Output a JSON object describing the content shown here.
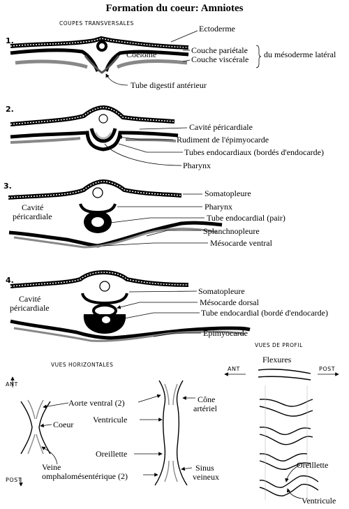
{
  "title": "Formation du coeur: Amniotes",
  "section_cross": "COUPES TRANSVERSALES",
  "section_horizontal": "VUES HORIZONTALES",
  "section_profile": "VUES DE PROFIL",
  "stage_numbers": [
    "1.",
    "2.",
    "3.",
    "4."
  ],
  "stage1": {
    "ectoderme": "Ectoderme",
    "coelome": "Coelome",
    "parietale": "Couche pariétale",
    "viscerale": "Couche viscérale",
    "mesoderme": "du mésoderme latéral",
    "tube_digestif": "Tube digestif antérieur"
  },
  "stage2": {
    "cavite": "Cavité péricardiale",
    "rudiment": "Rudiment de l'épimyocarde",
    "tubes": "Tubes endocardiaux (bordés d'endocarde)",
    "pharynx": "Pharynx"
  },
  "stage3": {
    "cavite_line1": "Cavité",
    "cavite_line2": "péricardiale",
    "somatopleure": "Somatopleure",
    "pharynx": "Pharynx",
    "tube": "Tube endocardial (pair)",
    "splanchnopleure": "Splanchnopleure",
    "mesocarde": "Mésocarde ventral"
  },
  "stage4": {
    "cavite_line1": "Cavité",
    "cavite_line2": "péricardiale",
    "somatopleure": "Somatopleure",
    "mesocarde": "Mésocarde dorsal",
    "tube": "Tube endocardial (bordé d'endocarde)",
    "epimyocarde": "Épimyocarde"
  },
  "horizontal": {
    "ant": "ANT",
    "post": "POST",
    "aorte": "Aorte ventral (2)",
    "coeur": "Coeur",
    "veine_line1": "Veine",
    "veine_line2": "omphalomésentérique (2)",
    "ventricule": "Ventricule",
    "oreillette": "Oreillette",
    "cone_line1": "Cône",
    "cone_line2": "artériel",
    "sinus_line1": "Sinus",
    "sinus_line2": "veineux"
  },
  "profile": {
    "flexures": "Flexures",
    "ant": "ANT",
    "post": "POST",
    "oreillette": "Oreillette",
    "ventricule": "Ventricule"
  }
}
